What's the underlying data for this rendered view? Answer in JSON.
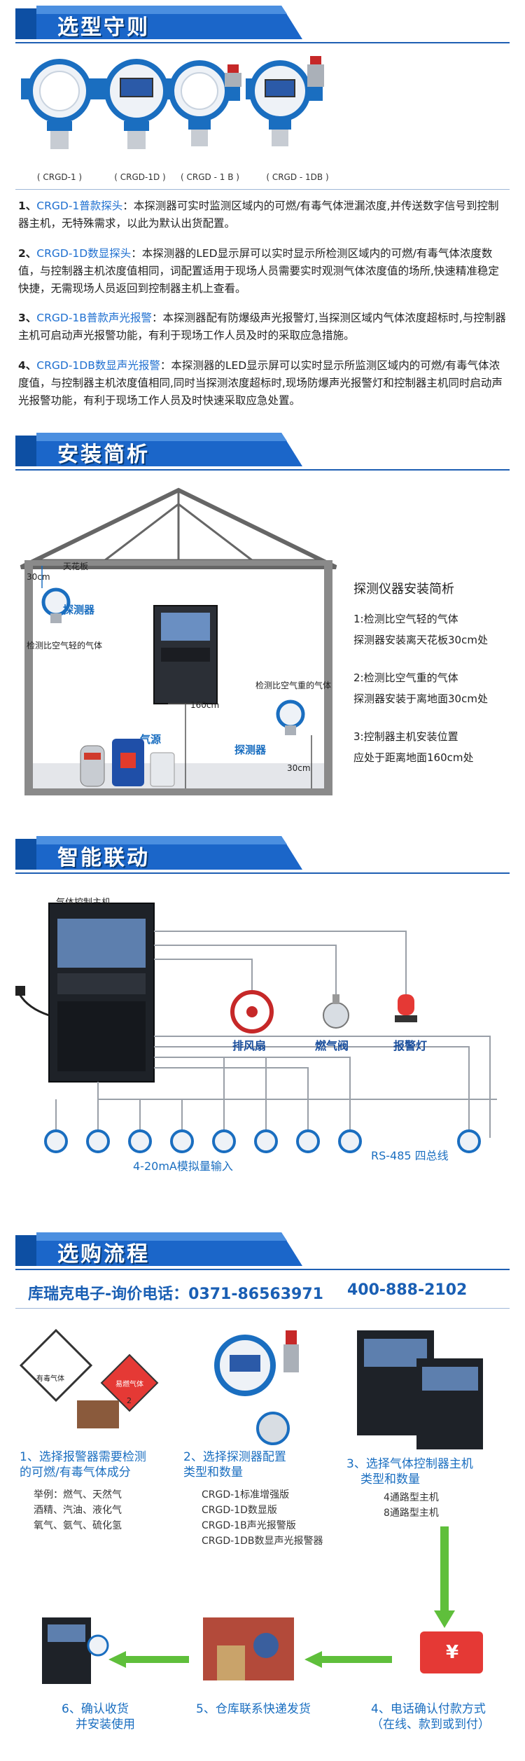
{
  "sections": {
    "selection": "选型守则",
    "install": "安装简析",
    "linkage": "智能联动",
    "purchase": "选购流程"
  },
  "products": [
    {
      "caption": "( CRGD-1 )"
    },
    {
      "caption": "( CRGD-1D )"
    },
    {
      "caption": "( CRGD - 1 B )"
    },
    {
      "caption": "( CRGD - 1DB )"
    }
  ],
  "descriptions": [
    {
      "num": "1、",
      "model": "CRGD-1普款探头",
      "text": "：本探测器可实时监测区域内的可燃/有毒气体泄漏浓度,并传送数字信号到控制器主机，无特殊需求，以此为默认出货配置。"
    },
    {
      "num": "2、",
      "model": "CRGD-1D数显探头",
      "text": "：本探测器的LED显示屏可以实时显示所检测区域内的可燃/有毒气体浓度数值，与控制器主机浓度值相同，词配置适用于现场人员需要实时观测气体浓度值的场所,快速精准稳定快捷，无需现场人员返回到控制器主机上查看。"
    },
    {
      "num": "3、",
      "model": "CRGD-1B普款声光报警",
      "text": "：本探测器配有防爆级声光报警灯,当探测区域内气体浓度超标时,与控制器主机可启动声光报警功能，有利于现场工作人员及时的采取应急措施。"
    },
    {
      "num": "4、",
      "model": "CRGD-1DB数显声光报警",
      "text": "：本探测器的LED显示屏可以实时显示所监测区域内的可燃/有毒气体浓度值，与控制器主机浓度值相同,同时当探测浓度超标时,现场防爆声光报警灯和控制器主机同时启动声光报警功能，有利于现场工作人员及时快速采取应急处置。"
    }
  ],
  "install": {
    "ceiling": "天花板",
    "dist_top": "30cm",
    "detector_label": "探测器",
    "light_gas": "检测比空气轻的气体",
    "heavy_gas": "检测比空气重的气体",
    "dist_160": "160cm",
    "gas_source": "气源",
    "detector_label2": "探测器",
    "dist_bottom": "30cm",
    "title": "探测仪器安装简析",
    "items": [
      {
        "a": "1:检测比空气轻的气体",
        "b": "探测器安装离天花板30cm处"
      },
      {
        "a": "2:检测比空气重的气体",
        "b": "探测器安装于离地面30cm处"
      },
      {
        "a": "3:控制器主机安装位置",
        "b": "应处于距离地面160cm处"
      }
    ]
  },
  "linkage": {
    "host_label": "气体控制主机",
    "fan": "排风扇",
    "valve": "燃气阀",
    "alarm": "报警灯",
    "analog": "4-20mA模拟量输入",
    "rs485": "RS-485 四总线"
  },
  "purchase": {
    "company": "库瑞克电子-询价电话：0371-86563971",
    "hotline": "400-888-2102",
    "steps": [
      {
        "title1": "1、选择报警器需要检测",
        "title2": "的可燃/有毒气体成分",
        "body": [
          "举例：燃气、天然气",
          "酒精、汽油、液化气",
          "氧气、氨气、硫化氢"
        ]
      },
      {
        "title1": "2、选择探测器配置",
        "title2": "类型和数量",
        "body": [
          "CRGD-1标准增强版",
          "CRGD-1D数显版",
          "CRGD-1B声光报警版",
          "CRGD-1DB数显声光报警器"
        ]
      },
      {
        "title1": "3、选择气体控制器主机",
        "title2": "类型和数量",
        "body": [
          "4通路型主机",
          "8通路型主机"
        ]
      },
      {
        "title1": "4、电话确认付款方式",
        "title2": "（在线、款到或到付）",
        "body": []
      },
      {
        "title1": "5、仓库联系快递发货",
        "title2": "",
        "body": []
      },
      {
        "title1": "6、确认收货",
        "title2": "并安装使用",
        "body": []
      }
    ],
    "hazard1": "有毒气体",
    "hazard2": "易燃气体",
    "hazard_num": "2",
    "money": "¥"
  },
  "colors": {
    "accent": "#1e6fd0",
    "banner": "#1b66c9",
    "banner_dark": "#0a3d7a"
  }
}
